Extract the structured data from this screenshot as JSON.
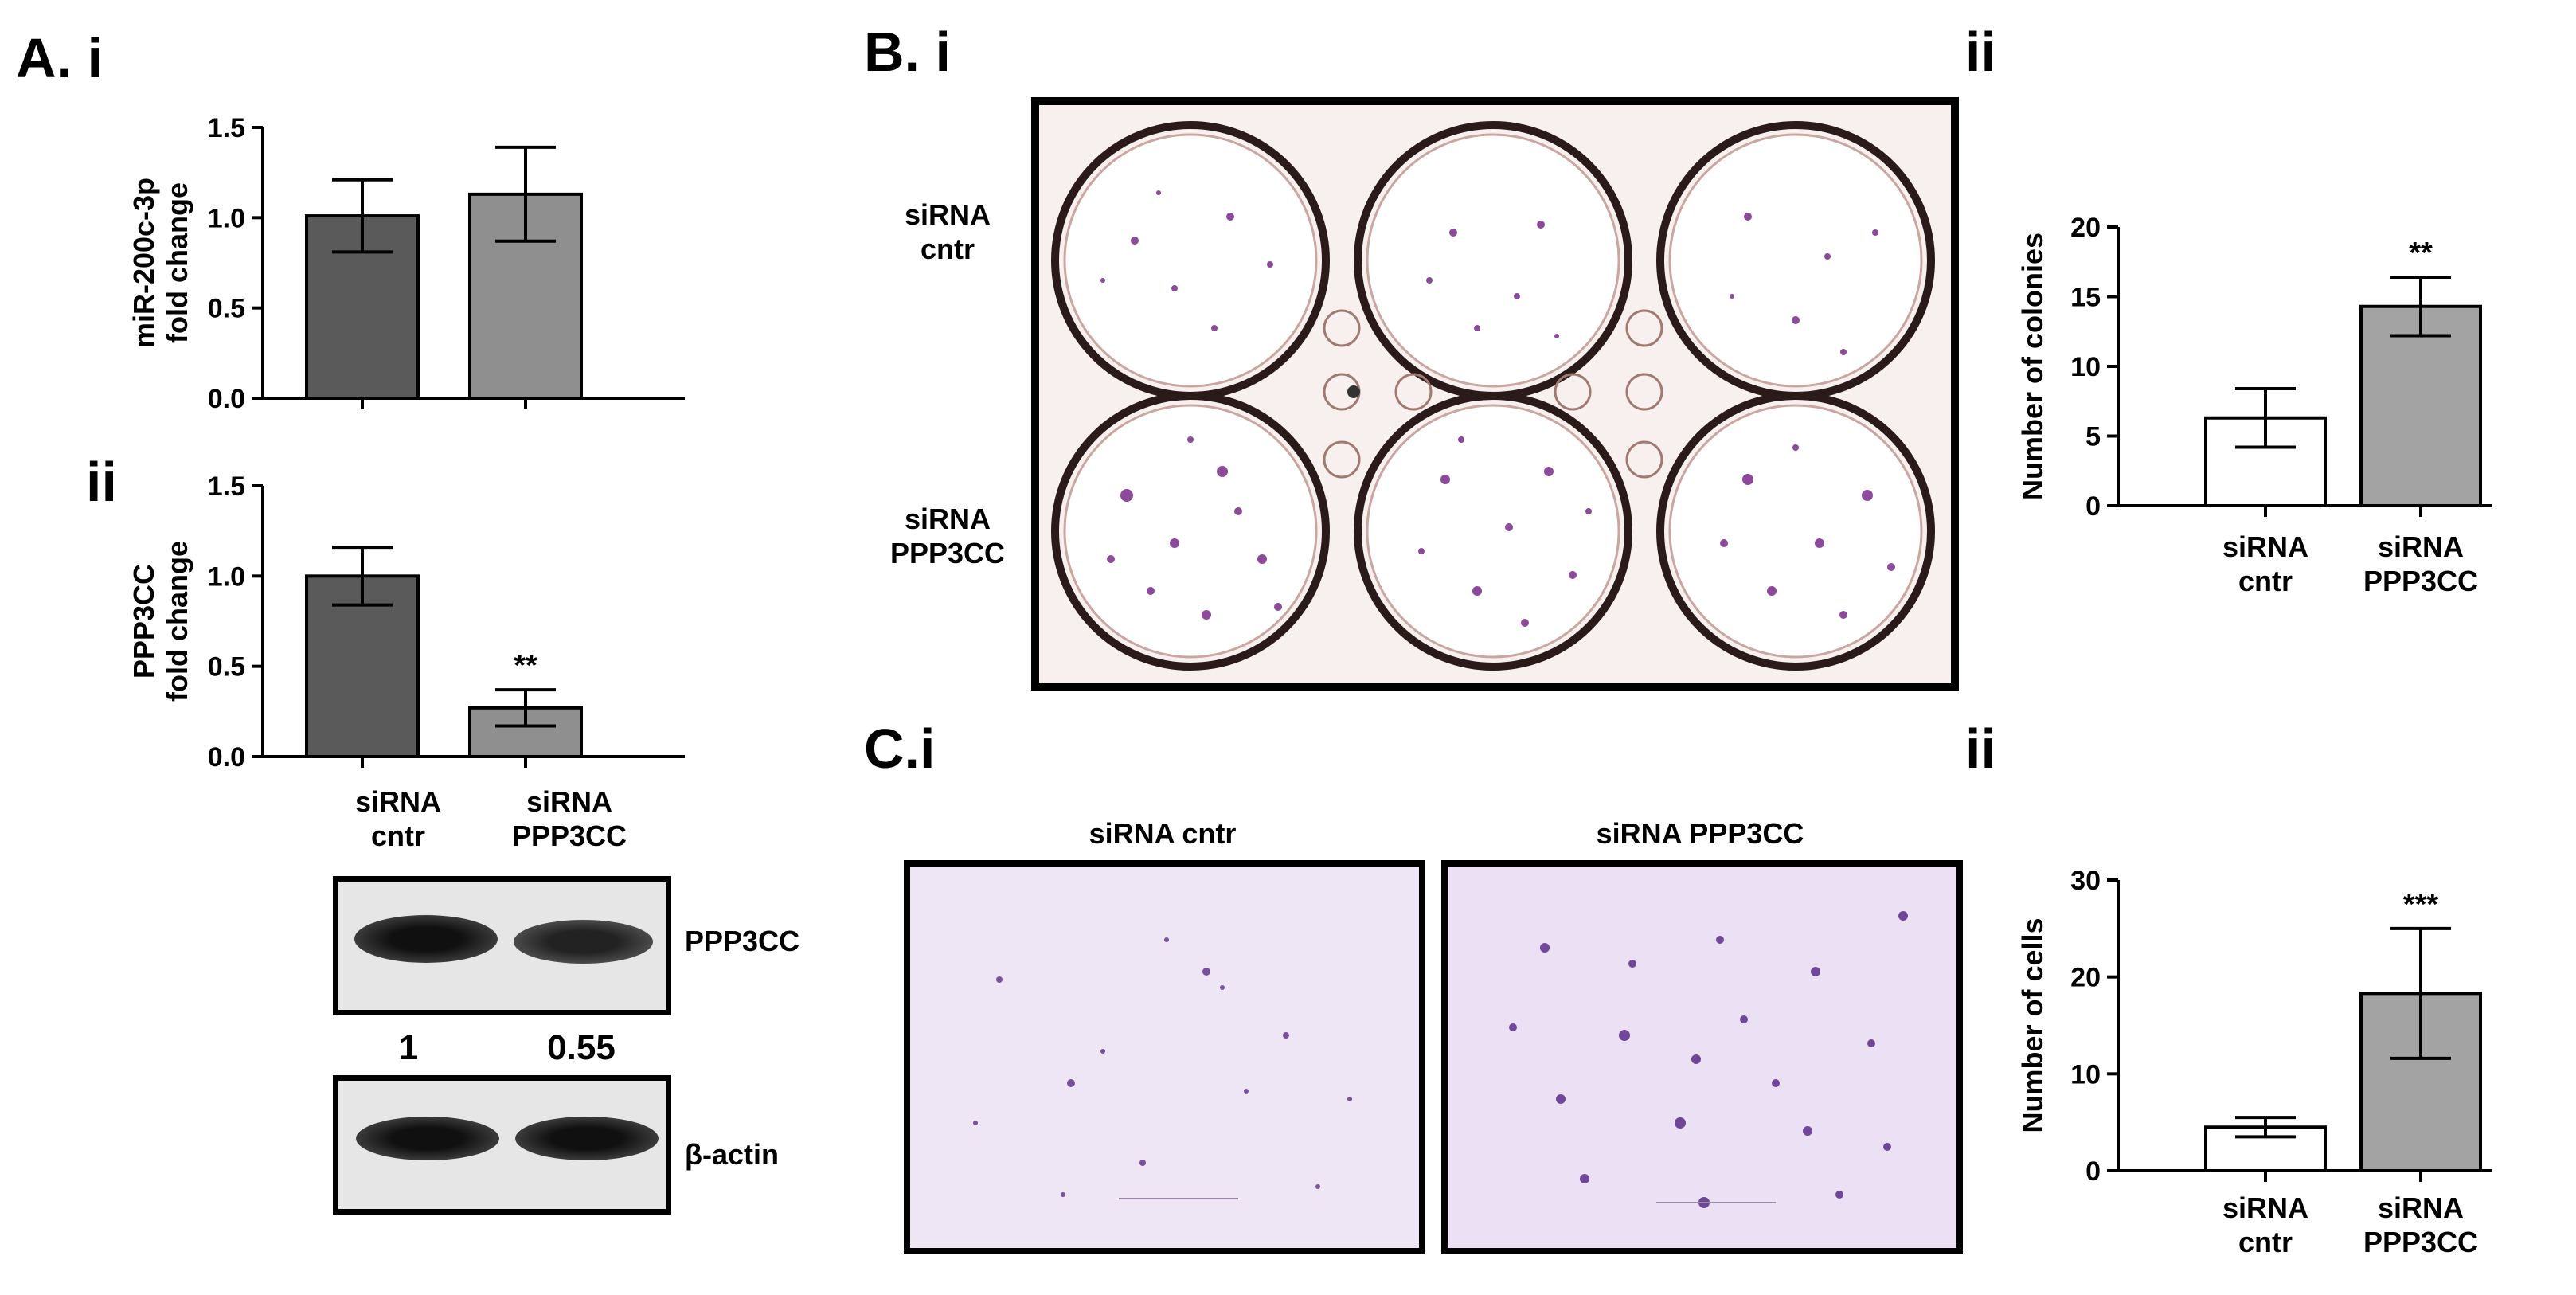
{
  "figure": {
    "panel_labels": {
      "A_i": "A. i",
      "A_ii": "ii",
      "B_i": "B. i",
      "B_ii": "ii",
      "C_i": "C.i",
      "C_ii": "ii"
    },
    "significance": {
      "A_ii": "**",
      "B_ii": "**",
      "C_ii": "***"
    },
    "group_labels": {
      "cntr_line1": "siRNA",
      "cntr_line2": "cntr",
      "kd_line1": "siRNA",
      "kd_line2": "PPP3CC"
    },
    "western_blot": {
      "band_labels": [
        "PPP3CC",
        "β-actin"
      ],
      "quantification": [
        "1",
        "0.55"
      ]
    },
    "plate": {
      "row_labels": [
        [
          "siRNA",
          "cntr"
        ],
        [
          "siRNA",
          "PPP3CC"
        ]
      ]
    },
    "invasion": {
      "image_titles": [
        "siRNA cntr",
        "siRNA PPP3CC"
      ]
    }
  },
  "chart_data": [
    {
      "id": "A_i",
      "type": "bar",
      "categories": [
        "siRNA cntr",
        "siRNA PPP3CC"
      ],
      "values": [
        1.01,
        1.13
      ],
      "errors": [
        0.2,
        0.26
      ],
      "ylabel_lines": [
        "miR-200c-3p",
        "fold change"
      ],
      "ylim": [
        0,
        1.5
      ],
      "yticks": [
        "0.0",
        "0.5",
        "1.0",
        "1.5"
      ],
      "ytick_values": [
        0,
        0.5,
        1.0,
        1.5
      ],
      "bar_colors": [
        "#5a5a5a",
        "#8f8f8f"
      ]
    },
    {
      "id": "A_ii",
      "type": "bar",
      "categories": [
        "siRNA cntr",
        "siRNA PPP3CC"
      ],
      "values": [
        1.0,
        0.27
      ],
      "errors": [
        0.16,
        0.1
      ],
      "ylabel_lines": [
        "PPP3CC",
        "fold change"
      ],
      "ylim": [
        0,
        1.5
      ],
      "yticks": [
        "0.0",
        "0.5",
        "1.0",
        "1.5"
      ],
      "ytick_values": [
        0,
        0.5,
        1.0,
        1.5
      ],
      "bar_colors": [
        "#5a5a5a",
        "#8f8f8f"
      ]
    },
    {
      "id": "B_ii",
      "type": "bar",
      "categories": [
        "siRNA cntr",
        "siRNA PPP3CC"
      ],
      "values": [
        6.3,
        14.3
      ],
      "errors": [
        2.1,
        2.1
      ],
      "ylabel_lines": [
        "Number of colonies"
      ],
      "ylim": [
        0,
        20
      ],
      "yticks": [
        "0",
        "5",
        "10",
        "15",
        "20"
      ],
      "ytick_values": [
        0,
        5,
        10,
        15,
        20
      ],
      "bar_colors": [
        "#ffffff",
        "#a3a3a3"
      ]
    },
    {
      "id": "C_ii",
      "type": "bar",
      "categories": [
        "siRNA cntr",
        "siRNA PPP3CC"
      ],
      "values": [
        4.5,
        18.3
      ],
      "errors": [
        1.0,
        6.7
      ],
      "ylabel_lines": [
        "Number of  cells"
      ],
      "ylim": [
        0,
        30
      ],
      "yticks": [
        "0",
        "10",
        "20",
        "30"
      ],
      "ytick_values": [
        0,
        10,
        20,
        30
      ],
      "bar_colors": [
        "#ffffff",
        "#a3a3a3"
      ]
    }
  ]
}
